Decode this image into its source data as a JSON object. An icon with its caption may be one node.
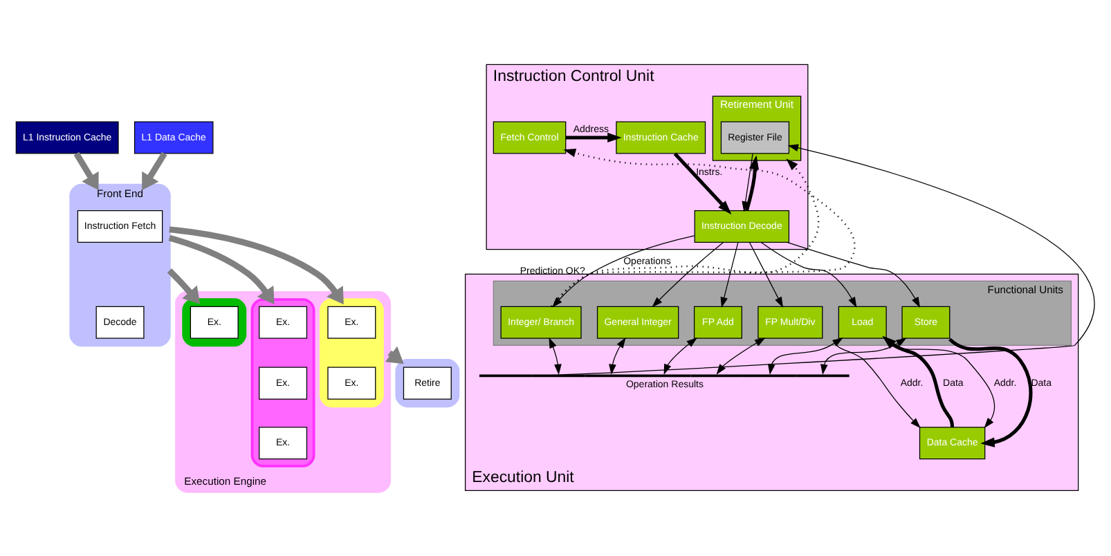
{
  "diagram": {
    "nodes": [
      {
        "text": [
          "L1 Instruction Cache"
        ]
      },
      {
        "text": [
          "L1 Data Cache"
        ]
      },
      {
        "text": [
          "Front End"
        ]
      },
      {
        "text": [
          "Instruction Fetch"
        ],
        "in": 2
      },
      {
        "text": [
          "Decode"
        ],
        "in": 2
      },
      {
        "text": [
          "Execution Engine"
        ]
      },
      {
        "text": [],
        "shape": "box",
        "in": 5
      },
      {
        "text": [
          "Ex."
        ],
        "in": 6
      },
      {
        "text": [
          "Ex."
        ],
        "in": 6
      },
      {
        "text": [],
        "shape": "box",
        "in": 5
      },
      {
        "text": [
          "Ex."
        ],
        "in": 9
      },
      {
        "text": [],
        "shape": "box",
        "in": 5
      },
      {
        "text": [
          "Ex."
        ],
        "in": 11
      },
      {
        "text": [
          "Ex."
        ],
        "in": 11
      },
      {
        "text": [
          "Ex."
        ],
        "in": 11
      },
      {
        "text": [],
        "shape": "box"
      },
      {
        "text": [
          "Retire"
        ],
        "in": 15
      },
      {
        "text": [
          "Instruction Control Unit"
        ]
      },
      {
        "text": [
          "Retirement Unit"
        ],
        "in": 17
      },
      {
        "text": [
          "Register File"
        ],
        "in": 18
      },
      {
        "text": [
          "Fetch Control"
        ],
        "in": 17
      },
      {
        "text": [
          "Instruction Decode"
        ],
        "in": 17
      },
      {
        "text": [
          "Instruction Cache"
        ],
        "in": 17
      },
      {
        "text": [
          "Execution Unit"
        ]
      },
      {
        "text": [
          "Functional Units"
        ],
        "in": 23
      },
      {
        "text": [
          "Integer/ Branch"
        ],
        "in": 24
      },
      {
        "text": [
          "General Integer"
        ],
        "in": 24
      },
      {
        "text": [
          "FP Add"
        ],
        "in": 24
      },
      {
        "text": [
          "FP Mult/Div"
        ],
        "in": 24
      },
      {
        "text": [
          "Load"
        ],
        "in": 24
      },
      {
        "text": [
          "Store"
        ],
        "in": 24
      },
      {
        "text": [
          "Data Cache"
        ],
        "in": 23
      },
      {
        "text": [],
        "shape": "bar",
        "beside": [
          "Operation Results"
        ],
        "in": 23
      }
    ],
    "edges": [
      {
        "from": 0,
        "to": 2,
        "arrow": "to",
        "style": "thick",
        "color": "#808080"
      },
      {
        "from": 1,
        "to": 2,
        "arrow": "to",
        "style": "thick",
        "color": "#808080"
      },
      {
        "from": 2,
        "to": 6,
        "arrow": "to",
        "style": "thick",
        "color": "#808080"
      },
      {
        "from": 2,
        "to": 9,
        "arrow": "to",
        "style": "thick",
        "color": "#808080"
      },
      {
        "from": 2,
        "to": 11,
        "arrow": "to",
        "style": "thick",
        "color": "#808080"
      },
      {
        "from": 5,
        "to": 15,
        "arrow": "to",
        "style": "thick",
        "color": "#808080"
      },
      {
        "from": 20,
        "to": 22,
        "arrow": "to",
        "label": "Address",
        "style": "thick"
      },
      {
        "from": 22,
        "to": 21,
        "arrow": "to",
        "label": "Instrs.",
        "style": "thick"
      },
      {
        "from": 19,
        "to": 21,
        "arrow": "to"
      },
      {
        "from": 21,
        "to": 18,
        "arrow": "to",
        "style": "thick"
      },
      {
        "from": 21,
        "to": 25,
        "arrow": "to",
        "label": "Operations"
      },
      {
        "from": 21,
        "to": 26,
        "arrow": "to"
      },
      {
        "from": 21,
        "to": 27,
        "arrow": "to"
      },
      {
        "from": 21,
        "to": 28,
        "arrow": "to"
      },
      {
        "from": 21,
        "to": 29,
        "arrow": "to"
      },
      {
        "from": 21,
        "to": 30,
        "arrow": "to"
      },
      {
        "from": 25,
        "to": 20,
        "arrow": "to",
        "label": "Prediction OK?",
        "style": "dashed"
      },
      {
        "from": 25,
        "to": 18,
        "arrow": "to",
        "style": "dashed"
      },
      {
        "from": 32,
        "to": 19,
        "arrow": "to"
      },
      {
        "from": 25,
        "to": 32,
        "arrow": "both"
      },
      {
        "from": 26,
        "to": 32,
        "arrow": "both"
      },
      {
        "from": 27,
        "to": 32,
        "arrow": "both"
      },
      {
        "from": 28,
        "to": 32,
        "arrow": "both"
      },
      {
        "from": 29,
        "to": 32,
        "arrow": "both"
      },
      {
        "from": 30,
        "to": 32,
        "arrow": "both"
      },
      {
        "from": 29,
        "to": 31,
        "arrow": "to",
        "label": "Addr."
      },
      {
        "from": 31,
        "to": 29,
        "arrow": "to",
        "label": "Data",
        "style": "thick"
      },
      {
        "from": 30,
        "to": 31,
        "arrow": "to",
        "label": "Addr."
      },
      {
        "from": 30,
        "to": 31,
        "arrow": "to",
        "label": "Data",
        "style": "thick"
      }
    ]
  }
}
